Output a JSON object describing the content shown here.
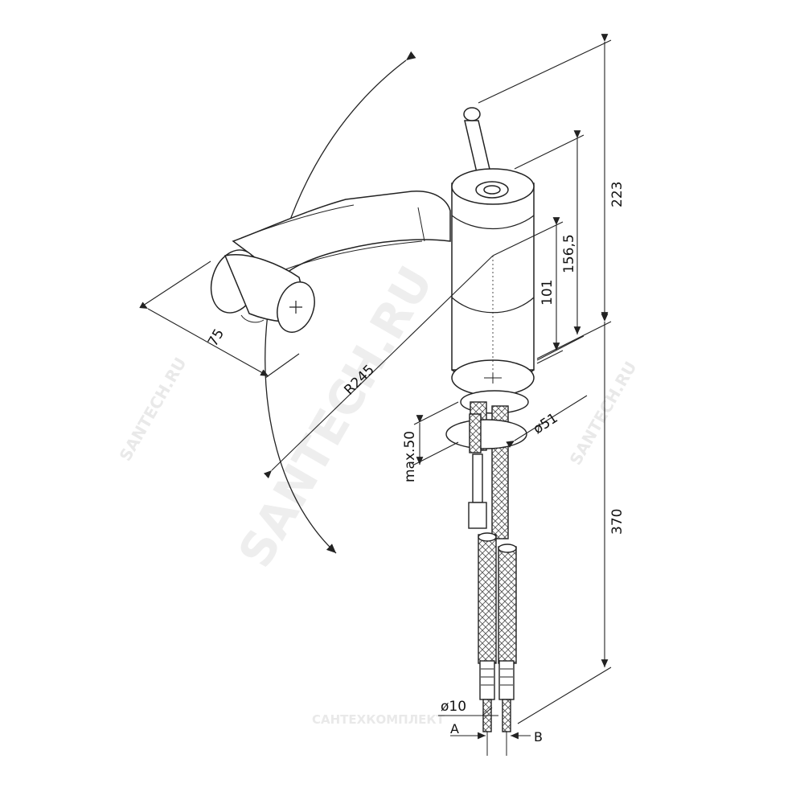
{
  "dimensions": {
    "d223": "223",
    "d156_5": "156,5",
    "d101": "101",
    "d370": "370",
    "d75": "75",
    "r245": "R245",
    "max50": "max.50",
    "dia51": "ø51",
    "dia10": "ø10"
  },
  "connectors": {
    "a": "A",
    "b": "B"
  },
  "watermarks": {
    "main": "SANTECH.RU",
    "left": "SANTECH.RU",
    "right": "SANTECH.RU",
    "bottom": "САНТЕХКОМПЛЕКТ"
  },
  "colors": {
    "line": "#222222",
    "watermark": "#cfcfcf"
  }
}
